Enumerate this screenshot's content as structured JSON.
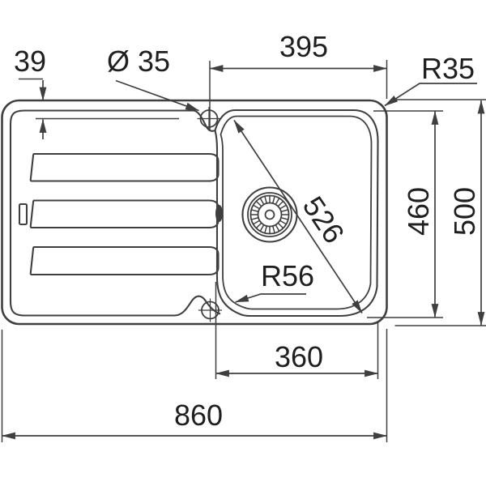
{
  "drawing": {
    "colors": {
      "line": "#3f3f3f",
      "text": "#1f1f1f",
      "background": "#ffffff"
    },
    "dimensions": {
      "rim_width": "39",
      "tap_hole_diameter": "Ø 35",
      "tap_hole_to_right_edge": "395",
      "outer_corner_radius": "R35",
      "bowl_diagonal": "526",
      "bowl_corner_radius": "R56",
      "bowl_front_to_back": "460",
      "overall_front_to_back": "500",
      "bowl_width": "360",
      "overall_width": "860"
    }
  }
}
